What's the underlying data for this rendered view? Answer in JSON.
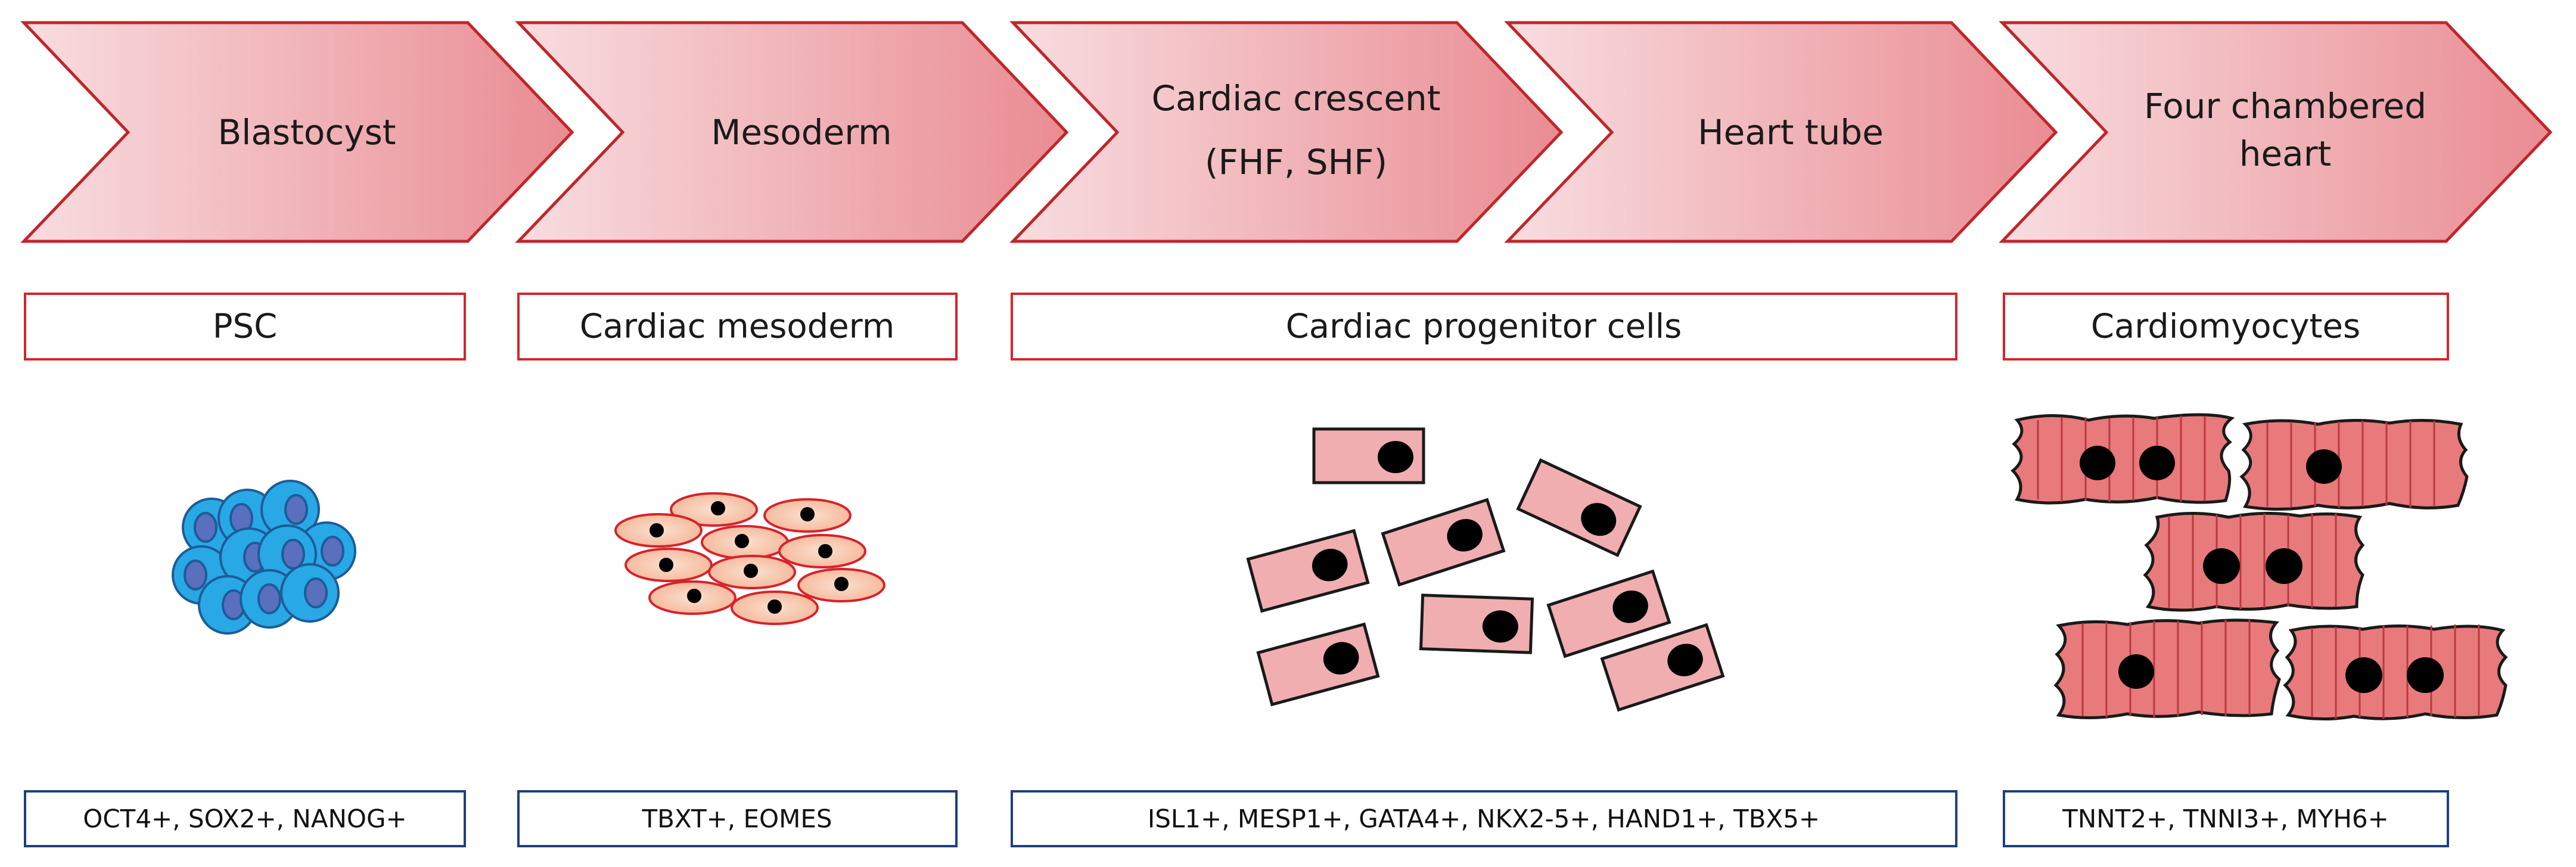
{
  "colors": {
    "arrow_stroke": "#c0262a",
    "arrow_fill_light": "#f8dde0",
    "arrow_fill_dark": "#e98c92",
    "category_border": "#d4262b",
    "marker_border": "#1f3f7d",
    "psc_fill": "#29a8e6",
    "psc_nucleus": "#5a6fbe",
    "psc_stroke": "#1c5c99",
    "mesoderm_fill": "#f7c4a9",
    "mesoderm_stroke": "#d6232b",
    "progenitor_fill": "#f0aeb0",
    "cardiomyocyte_fill": "#e87a7c",
    "nucleus": "#000000"
  },
  "stages": [
    {
      "lines": [
        "Blastocyst"
      ]
    },
    {
      "lines": [
        "Mesoderm"
      ]
    },
    {
      "lines": [
        "Cardiac crescent",
        "(FHF, SHF)"
      ]
    },
    {
      "lines": [
        "Heart tube"
      ]
    },
    {
      "lines": [
        "Four chambered",
        "heart"
      ]
    }
  ],
  "categories": [
    {
      "label": "PSC"
    },
    {
      "label": "Cardiac mesoderm"
    },
    {
      "label": "Cardiac progenitor cells"
    },
    {
      "label": "Cardiomyocytes"
    }
  ],
  "markers": [
    {
      "label": "OCT4+, SOX2+, NANOG+"
    },
    {
      "label": "TBXT+, EOMES"
    },
    {
      "label": "ISL1+, MESP1+, GATA4+, NKX2-5+, HAND1+, TBX5+"
    },
    {
      "label": "TNNT2+, TNNI3+, MYH6+"
    }
  ]
}
